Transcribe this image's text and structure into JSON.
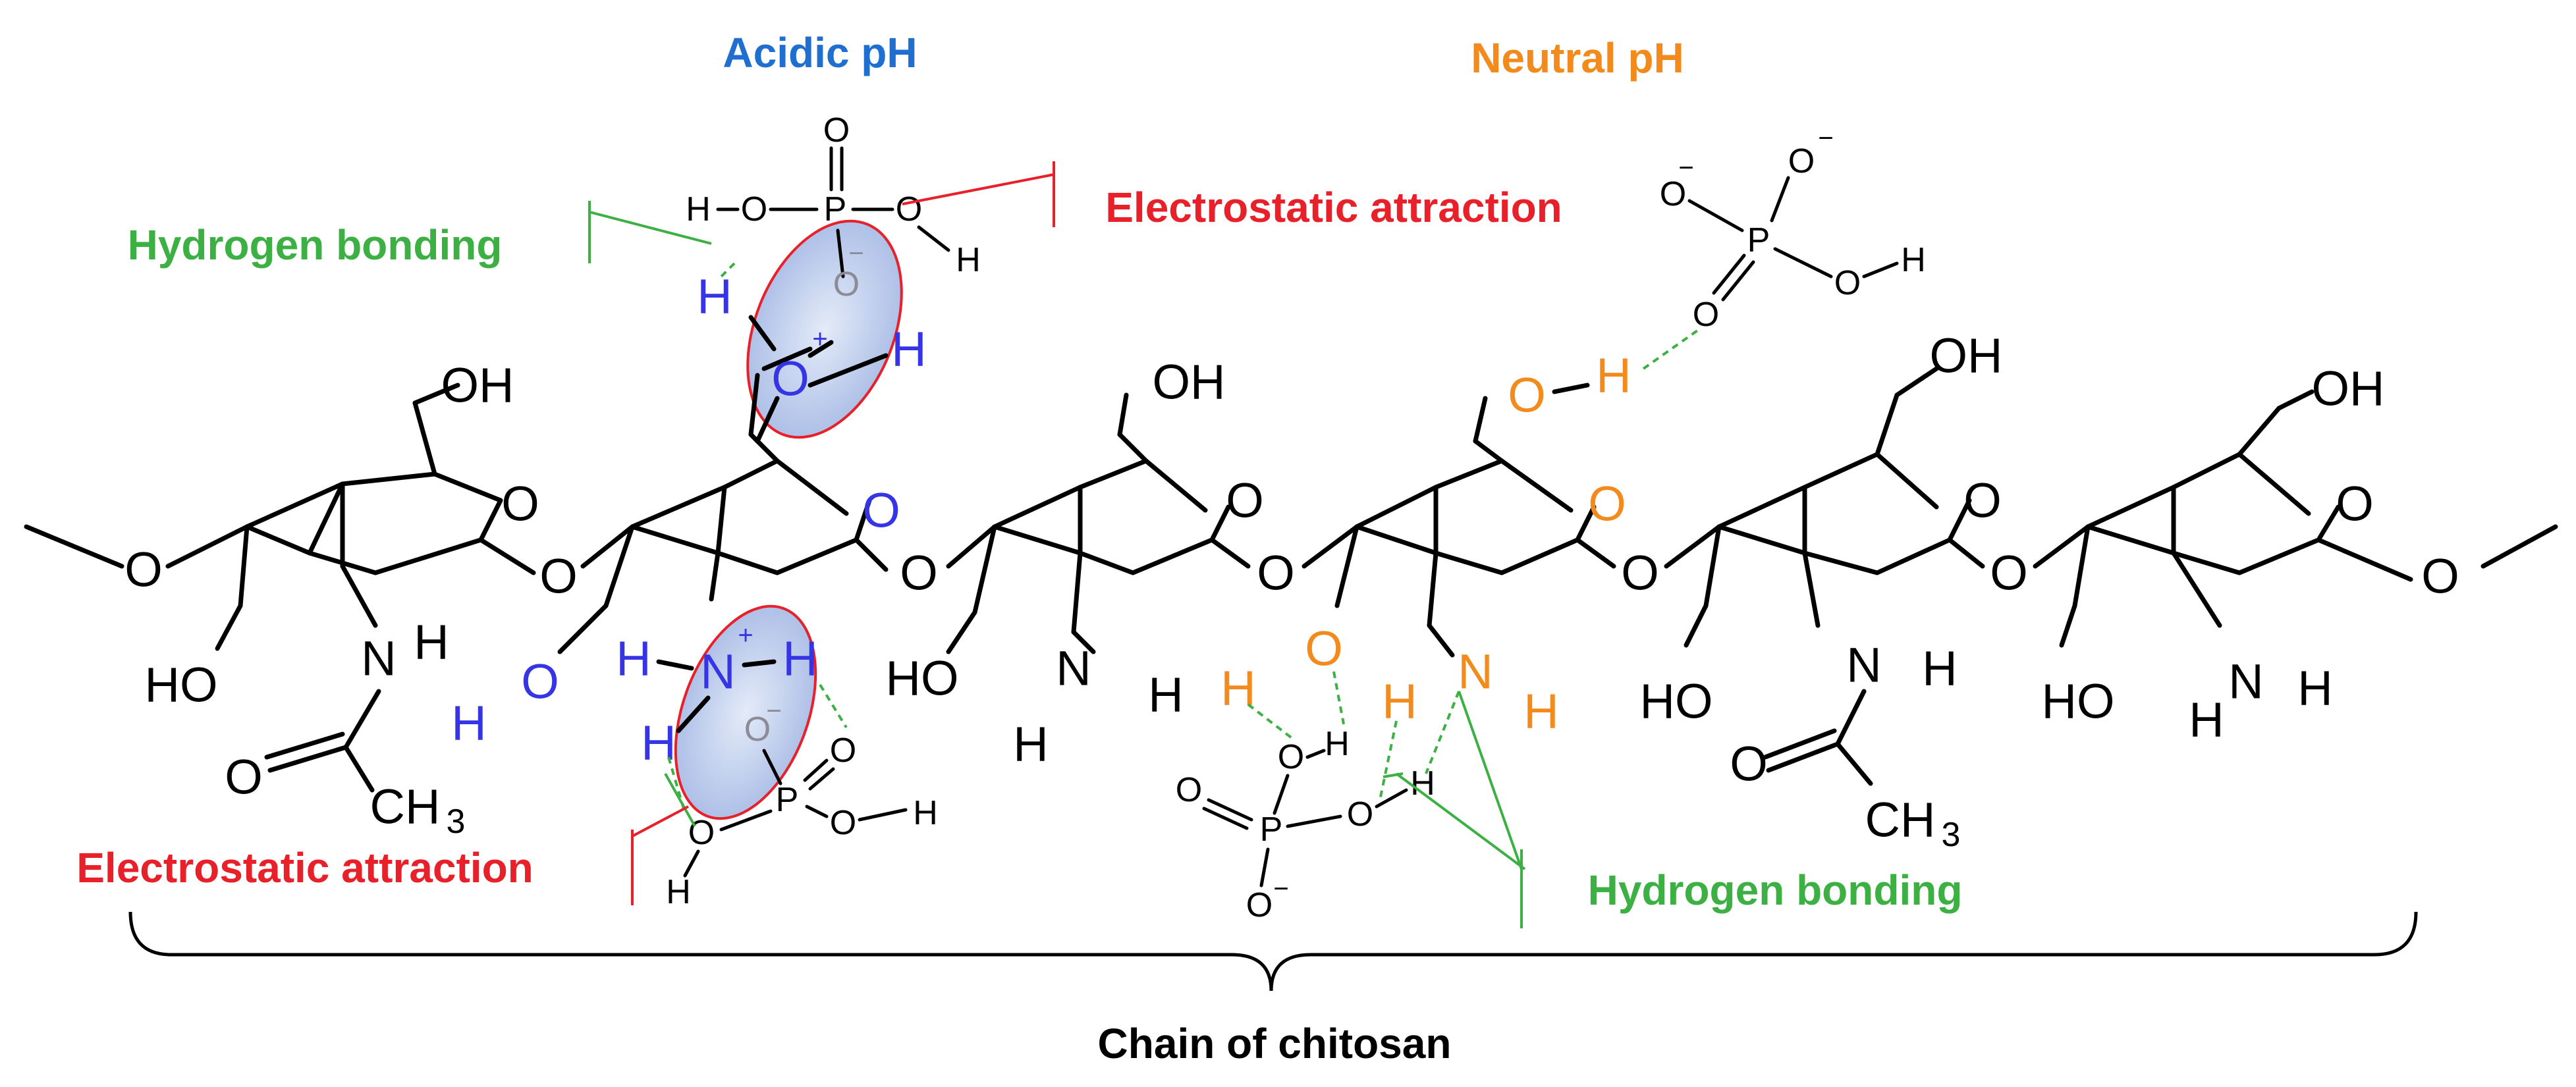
{
  "labels": {
    "acidic_ph": "Acidic pH",
    "neutral_ph": "Neutral pH",
    "hydrogen_bonding_left": "Hydrogen bonding",
    "hydrogen_bonding_right": "Hydrogen bonding",
    "electrostatic_top": "Electrostatic attraction",
    "electrostatic_bottom": "Electrostatic attraction",
    "chain": "Chain of chitosan"
  },
  "atoms": {
    "O": "O",
    "H": "H",
    "N": "N",
    "P": "P",
    "OH": "OH",
    "HO": "HO",
    "CH": "CH",
    "three": "3",
    "plus": "+",
    "minus": "−"
  },
  "colors": {
    "acidic": "#1f6fd0",
    "neutral": "#f28a1c",
    "hydrogen_bonding": "#3cb043",
    "electrostatic": "#e8202a",
    "protonated_atoms": "#3535e6",
    "neutral_atoms": "#f28a1c",
    "ion_pair_fill": "#b7c6ea"
  }
}
